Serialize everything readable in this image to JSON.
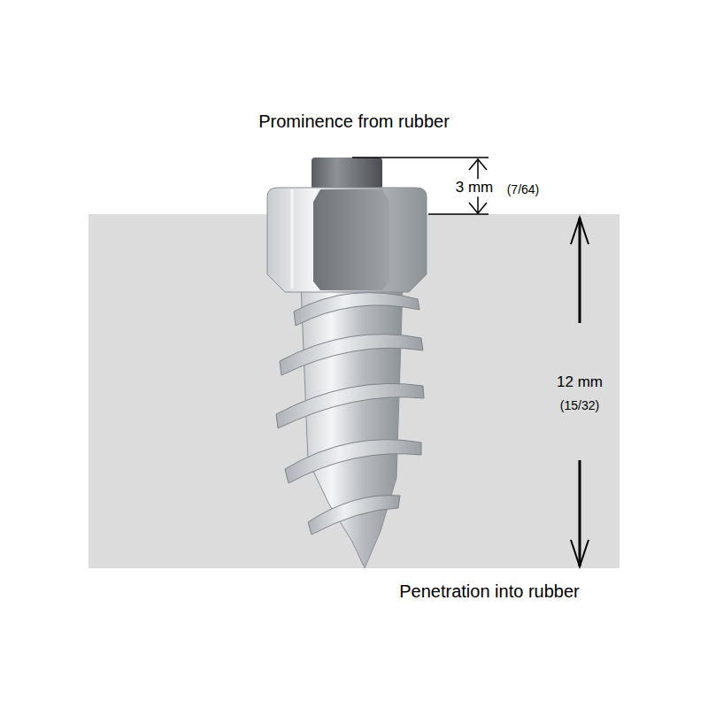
{
  "diagram": {
    "labels": [
      "Prominence from rubber",
      "3 mm",
      "(7/64)",
      "12 mm",
      "(15/32)",
      "Penetration into rubber"
    ]
  }
}
